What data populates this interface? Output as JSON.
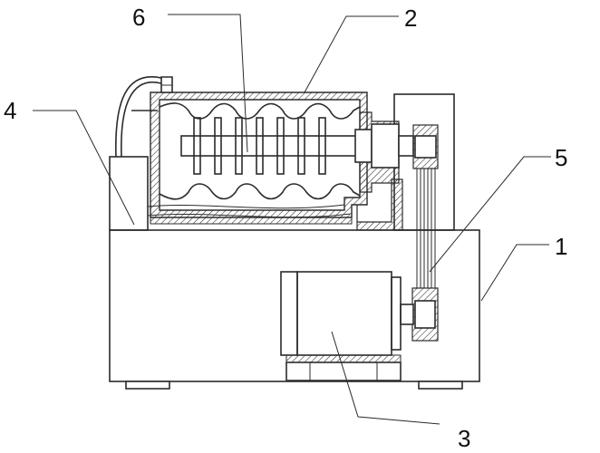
{
  "diagram": {
    "callouts": [
      {
        "id": "frame",
        "text": "1"
      },
      {
        "id": "drum",
        "text": "2"
      },
      {
        "id": "motor",
        "text": "3"
      },
      {
        "id": "box",
        "text": "4"
      },
      {
        "id": "belt",
        "text": "5"
      },
      {
        "id": "shaft",
        "text": "6"
      }
    ],
    "colors": {
      "line": "#2b2b2b",
      "background": "#ffffff",
      "hatch": "#2b2b2b"
    }
  }
}
